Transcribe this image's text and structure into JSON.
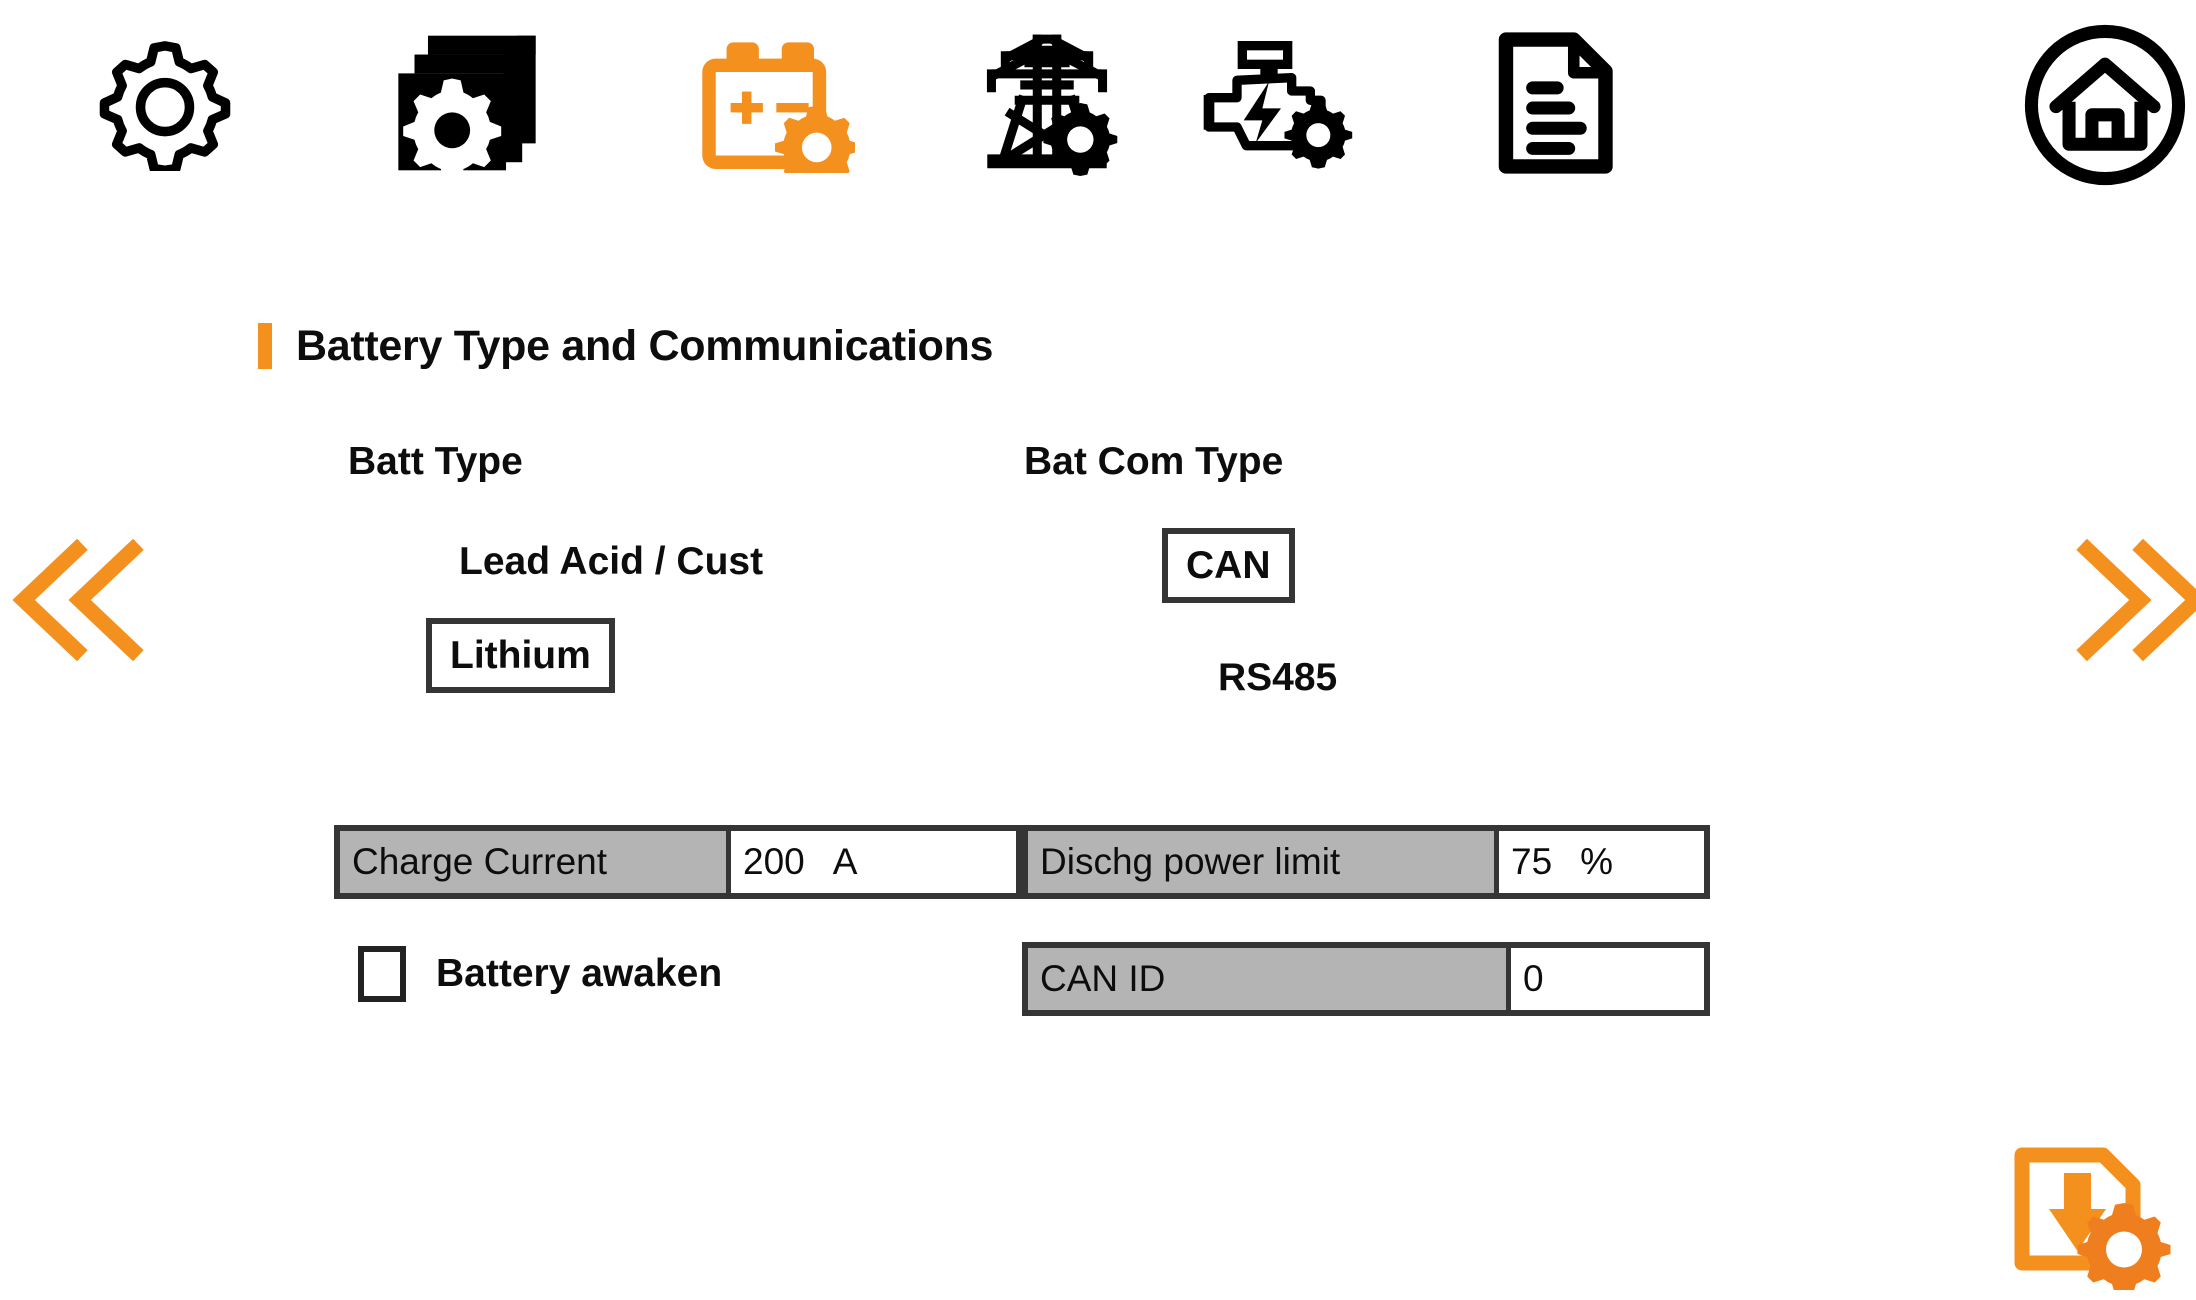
{
  "toolbar": {
    "items": [
      {
        "name": "settings-gear-icon",
        "label": "Settings"
      },
      {
        "name": "multi-settings-icon",
        "label": "Advanced Settings"
      },
      {
        "name": "battery-settings-icon",
        "label": "Battery Settings",
        "color": "#f4901e",
        "selected": true
      },
      {
        "name": "grid-settings-icon",
        "label": "Grid Settings"
      },
      {
        "name": "generator-settings-icon",
        "label": "Generator Settings"
      },
      {
        "name": "log-document-icon",
        "label": "Logs"
      }
    ],
    "home": {
      "name": "home-icon",
      "label": "Home"
    }
  },
  "section": {
    "title": "Battery Type and Communications"
  },
  "batt_type": {
    "label": "Batt Type",
    "options": [
      {
        "label": "Lead Acid / Cust",
        "selected": false
      },
      {
        "label": "Lithium",
        "selected": true
      }
    ],
    "selected": "Lithium"
  },
  "bat_com_type": {
    "label": "Bat Com Type",
    "options": [
      {
        "label": "CAN",
        "selected": true
      },
      {
        "label": "RS485",
        "selected": false
      }
    ],
    "selected": "CAN"
  },
  "params": {
    "charge_current": {
      "label": "Charge Current",
      "value": "200",
      "unit": "A"
    },
    "dischg_power_limit": {
      "label": "Dischg power limit",
      "value": "75",
      "unit": "%"
    },
    "can_id": {
      "label": "CAN ID",
      "value": "0",
      "unit": ""
    }
  },
  "battery_awaken": {
    "label": "Battery awaken",
    "checked": false
  },
  "nav": {
    "prev": "«",
    "next": "»",
    "prev_name": "previous-page",
    "next_name": "next-page"
  },
  "save": {
    "label": "Save settings",
    "name": "save-settings-icon"
  },
  "colors": {
    "accent": "#f4901e",
    "accent_dark": "#ef7f1e",
    "label_gray": "#b4b4b4",
    "border_dark": "#353535",
    "text": "#0d0d0d",
    "background": "#ffffff"
  }
}
